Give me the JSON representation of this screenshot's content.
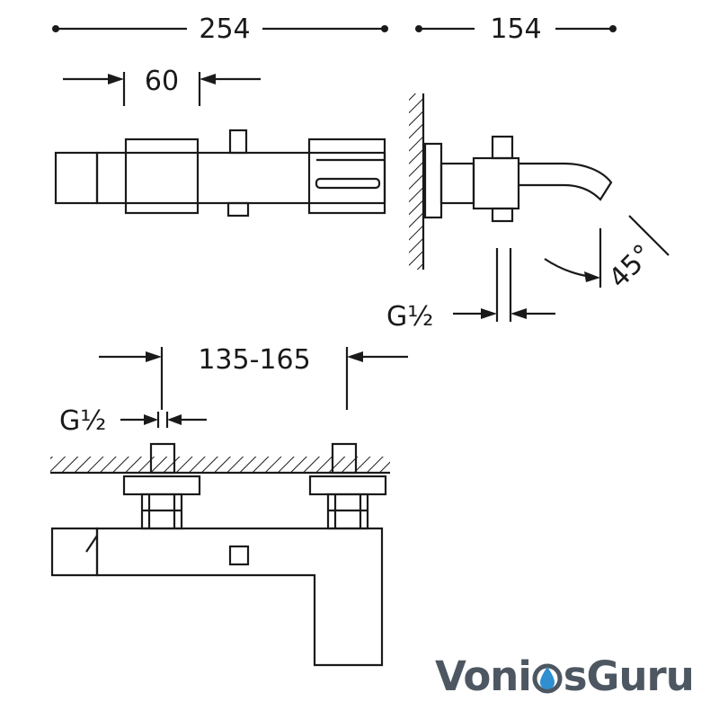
{
  "dimensions": {
    "overall_length": "254",
    "projection": "154",
    "handle_width": "60",
    "connection_top": "G½",
    "spout_angle": "45°",
    "center_distance": "135-165",
    "connection_bottom": "G½"
  },
  "logo": {
    "part1": "Voni",
    "part2": "s",
    "part3": "Guru",
    "drop_color": "#2f8fd0"
  },
  "colors": {
    "line": "#1a1a1a",
    "logo_text": "#4d5761"
  }
}
